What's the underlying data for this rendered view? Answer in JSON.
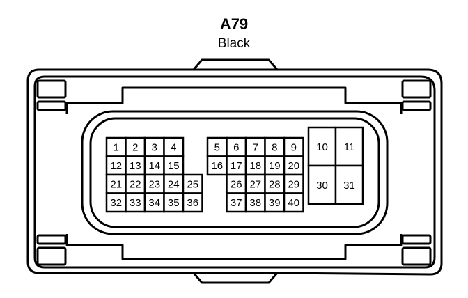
{
  "connector": {
    "code": "A79",
    "color": "Black"
  },
  "pin_groups": [
    {
      "name": "group-left",
      "rows": [
        [
          "1",
          "2",
          "3",
          "4"
        ],
        [
          "12",
          "13",
          "14",
          "15"
        ],
        [
          "21",
          "22",
          "23",
          "24",
          "25"
        ],
        [
          "32",
          "33",
          "34",
          "35",
          "36"
        ]
      ]
    },
    {
      "name": "group-middle",
      "rows": [
        [
          "5",
          "6",
          "7",
          "8",
          "9"
        ],
        [
          "16",
          "17",
          "18",
          "19",
          "20"
        ],
        [
          "26",
          "27",
          "28",
          "29"
        ],
        [
          "37",
          "38",
          "39",
          "40"
        ]
      ]
    },
    {
      "name": "group-right",
      "rows": [
        [
          "10",
          "11"
        ],
        [
          "30",
          "31"
        ]
      ]
    }
  ]
}
